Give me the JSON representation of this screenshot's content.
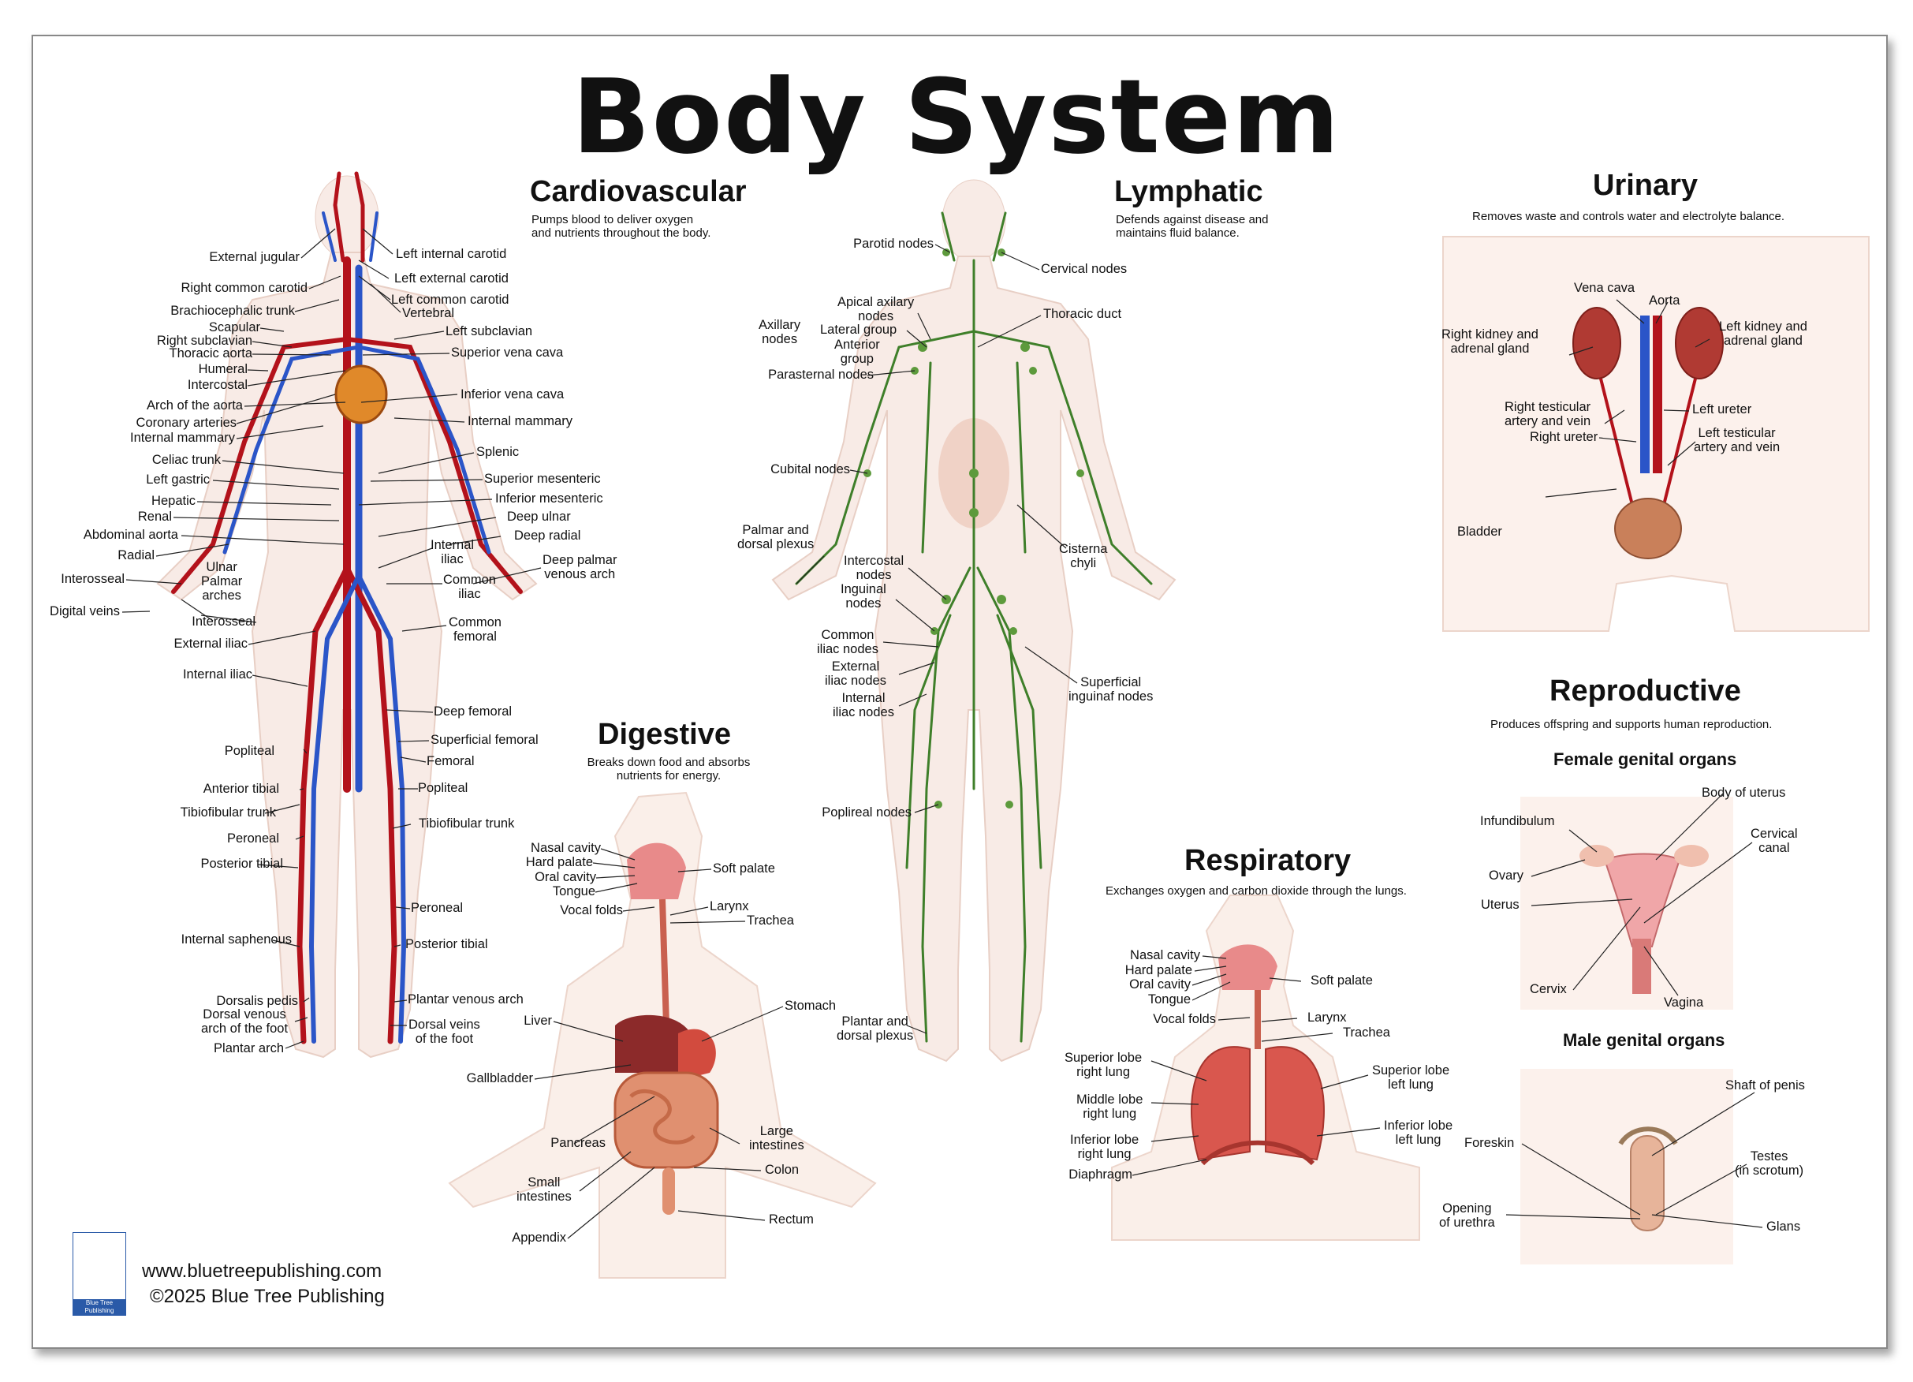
{
  "title": "Body System",
  "cardio": {
    "title": "Cardiovascular",
    "desc": "Pumps blood to deliver oxygen\nand nutrients throughout the body.",
    "labels": [
      "External jugular",
      "Right common carotid",
      "Brachiocephalic trunk",
      "Scapular",
      "Right subclavian",
      "Thoracic aorta",
      "Humeral",
      "Intercostal",
      "Arch of the aorta",
      "Coronary arteries",
      "Internal mammary",
      "Celiac trunk",
      "Left gastric",
      "Hepatic",
      "Renal",
      "Abdominal aorta",
      "Radial",
      "Interosseal",
      "Digital veins",
      "Ulnar\nPalmar\narches",
      "Interosseal",
      "External iliac",
      "Internal iliac",
      "Left internal carotid",
      "Left external carotid",
      "Left common carotid",
      "Vertebral",
      "Left subclavian",
      "Superior vena cava",
      "Inferior vena cava",
      "Internal mammary",
      "Splenic",
      "Superior mesenteric",
      "Inferior mesenteric",
      "Deep ulnar",
      "Deep radial",
      "Internal\niliac",
      "Common\niliac",
      "Deep palmar\nvenous arch",
      "Common\nfemoral",
      "Deep femoral",
      "Superficial femoral",
      "Femoral",
      "Popliteal",
      "Popliteal",
      "Anterior tibial",
      "Tibiofibular trunk",
      "Tibiofibular trunk",
      "Peroneal",
      "Posterior tibial",
      "Peroneal",
      "Internal saphenous",
      "Posterior tibial",
      "Dorsalis pedis",
      "Dorsal venous\narch of the foot",
      "Plantar arch",
      "Plantar venous arch",
      "Dorsal veins\nof the foot"
    ]
  },
  "lymph": {
    "title": "Lymphatic",
    "desc": "Defends against disease and\nmaintains fluid balance.",
    "labels": [
      "Parotid nodes",
      "Cervical nodes",
      "Thoracic duct",
      "Apical axilary\nnodes",
      "Axillary\nnodes",
      "Lateral group",
      "Anterior\ngroup",
      "Parasternal nodes",
      "Cubital nodes",
      "Palmar and\ndorsal plexus",
      "Intercostal\nnodes",
      "Cisterna\nchyli",
      "Inguinal\nnodes",
      "Common\niliac nodes",
      "External\niliac nodes",
      "Internal\niliac nodes",
      "Superficial\ninguinaf nodes",
      "Poplireal nodes",
      "Plantar and\ndorsal plexus"
    ]
  },
  "digestive": {
    "title": "Digestive",
    "desc": "Breaks down food and absorbs\nnutrients for energy.",
    "labels": [
      "Nasal cavity",
      "Hard palate",
      "Oral cavity",
      "Tongue",
      "Vocal folds",
      "Soft palate",
      "Larynx",
      "Trachea",
      "Liver",
      "Stomach",
      "Gallbladder",
      "Pancreas",
      "Large\nintestines",
      "Small\nintestines",
      "Colon",
      "Appendix",
      "Rectum"
    ]
  },
  "respiratory": {
    "title": "Respiratory",
    "desc": "Exchanges oxygen and carbon dioxide through the lungs.",
    "labels": [
      "Nasal cavity",
      "Hard palate",
      "Oral cavity",
      "Tongue",
      "Vocal folds",
      "Soft palate",
      "Larynx",
      "Trachea",
      "Superior lobe\nright lung",
      "Superior lobe\nleft lung",
      "Middle lobe\nright lung",
      "Inferior lobe\nright lung",
      "Inferior lobe\nleft lung",
      "Diaphragm"
    ]
  },
  "urinary": {
    "title": "Urinary",
    "desc": "Removes waste and controls water and electrolyte balance.",
    "labels": [
      "Vena cava",
      "Aorta",
      "Right kidney and\nadrenal gland",
      "Left kidney and\nadrenal gland",
      "Right testicular\nartery and vein",
      "Right ureter",
      "Left ureter",
      "Left testicular\nartery and vein",
      "Bladder"
    ]
  },
  "reproductive": {
    "title": "Reproductive",
    "desc": "Produces offspring and supports human reproduction.",
    "female_title": "Female genital organs",
    "female_labels": [
      "Infundibulum",
      "Body of uterus",
      "Cervical\ncanal",
      "Ovary",
      "Uterus",
      "Cervix",
      "Vagina"
    ],
    "male_title": "Male genital organs",
    "male_labels": [
      "Shaft of penis",
      "Foreskin",
      "Testes\n(in scrotum)",
      "Opening\nof urethra",
      "Glans"
    ]
  },
  "footer": {
    "logo_text": "Blue Tree\nPublishing",
    "website": "www.bluetreepublishing.com",
    "copyright": "©2025 Blue Tree Publishing"
  },
  "colors": {
    "artery": "#b3121b",
    "vein": "#2b55c8",
    "lymph": "#3f7f2a",
    "skin": "#f6e4dc",
    "organ": "#d9574e",
    "logo_blue": "#2a5aa8"
  }
}
